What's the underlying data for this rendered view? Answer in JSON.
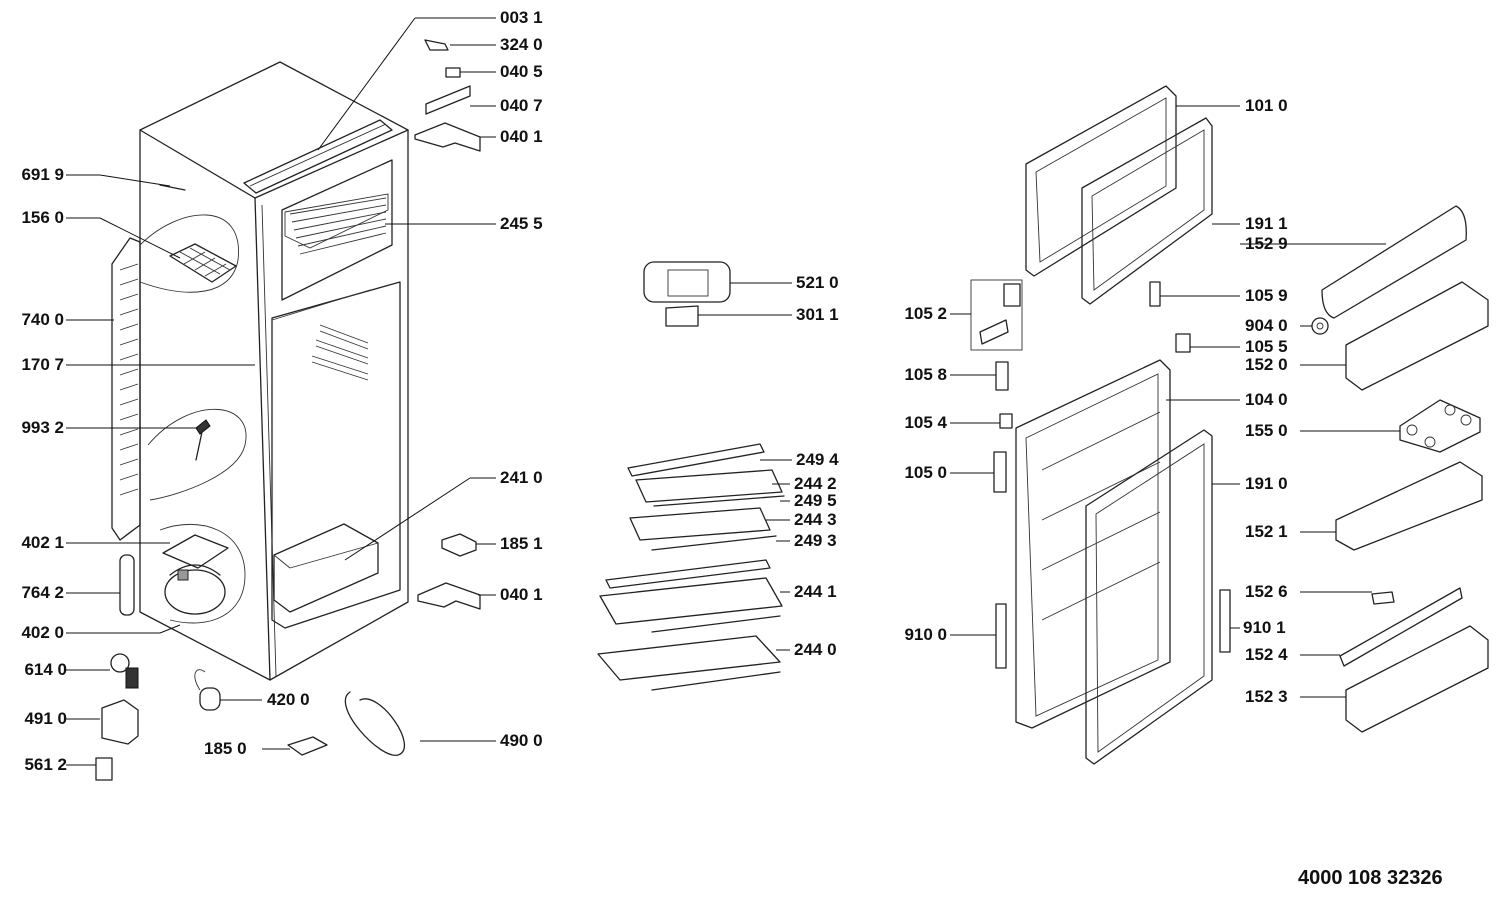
{
  "document_number": "4000 108 32326",
  "callouts": [
    {
      "id": "c0031",
      "label": "003 1"
    },
    {
      "id": "c3240",
      "label": "324 0"
    },
    {
      "id": "c0405",
      "label": "040 5"
    },
    {
      "id": "c0407",
      "label": "040 7"
    },
    {
      "id": "c0401a",
      "label": "040 1"
    },
    {
      "id": "c6919",
      "label": "691 9"
    },
    {
      "id": "c1560",
      "label": "156 0"
    },
    {
      "id": "c2455",
      "label": "245 5"
    },
    {
      "id": "c7400",
      "label": "740 0"
    },
    {
      "id": "c1707",
      "label": "170 7"
    },
    {
      "id": "c9932",
      "label": "993 2"
    },
    {
      "id": "c2410",
      "label": "241 0"
    },
    {
      "id": "c4021",
      "label": "402 1"
    },
    {
      "id": "c1851",
      "label": "185 1"
    },
    {
      "id": "c7642",
      "label": "764 2"
    },
    {
      "id": "c0401b",
      "label": "040 1"
    },
    {
      "id": "c4020",
      "label": "402 0"
    },
    {
      "id": "c6140",
      "label": "614 0"
    },
    {
      "id": "c4200",
      "label": "420 0"
    },
    {
      "id": "c4910",
      "label": "491 0"
    },
    {
      "id": "c4900",
      "label": "490 0"
    },
    {
      "id": "c1850",
      "label": "185 0"
    },
    {
      "id": "c5612",
      "label": "561 2"
    },
    {
      "id": "c5210",
      "label": "521 0"
    },
    {
      "id": "c3011",
      "label": "301 1"
    },
    {
      "id": "c2494",
      "label": "249 4"
    },
    {
      "id": "c2442",
      "label": "244 2"
    },
    {
      "id": "c2495",
      "label": "249 5"
    },
    {
      "id": "c2443",
      "label": "244 3"
    },
    {
      "id": "c2493",
      "label": "249 3"
    },
    {
      "id": "c2441",
      "label": "244 1"
    },
    {
      "id": "c2440",
      "label": "244 0"
    },
    {
      "id": "c1010",
      "label": "101 0"
    },
    {
      "id": "c1911",
      "label": "191 1"
    },
    {
      "id": "c1529",
      "label": "152 9"
    },
    {
      "id": "c1052",
      "label": "105 2"
    },
    {
      "id": "c1059",
      "label": "105 9"
    },
    {
      "id": "c9040",
      "label": "904 0"
    },
    {
      "id": "c1055",
      "label": "105 5"
    },
    {
      "id": "c1520",
      "label": "152 0"
    },
    {
      "id": "c1058",
      "label": "105 8"
    },
    {
      "id": "c1040",
      "label": "104 0"
    },
    {
      "id": "c1054",
      "label": "105 4"
    },
    {
      "id": "c1550",
      "label": "155 0"
    },
    {
      "id": "c1050",
      "label": "105 0"
    },
    {
      "id": "c1910",
      "label": "191 0"
    },
    {
      "id": "c1521",
      "label": "152 1"
    },
    {
      "id": "c1526",
      "label": "152 6"
    },
    {
      "id": "c9100",
      "label": "910 0"
    },
    {
      "id": "c9101",
      "label": "910 1"
    },
    {
      "id": "c1524",
      "label": "152 4"
    },
    {
      "id": "c1523",
      "label": "152 3"
    }
  ]
}
